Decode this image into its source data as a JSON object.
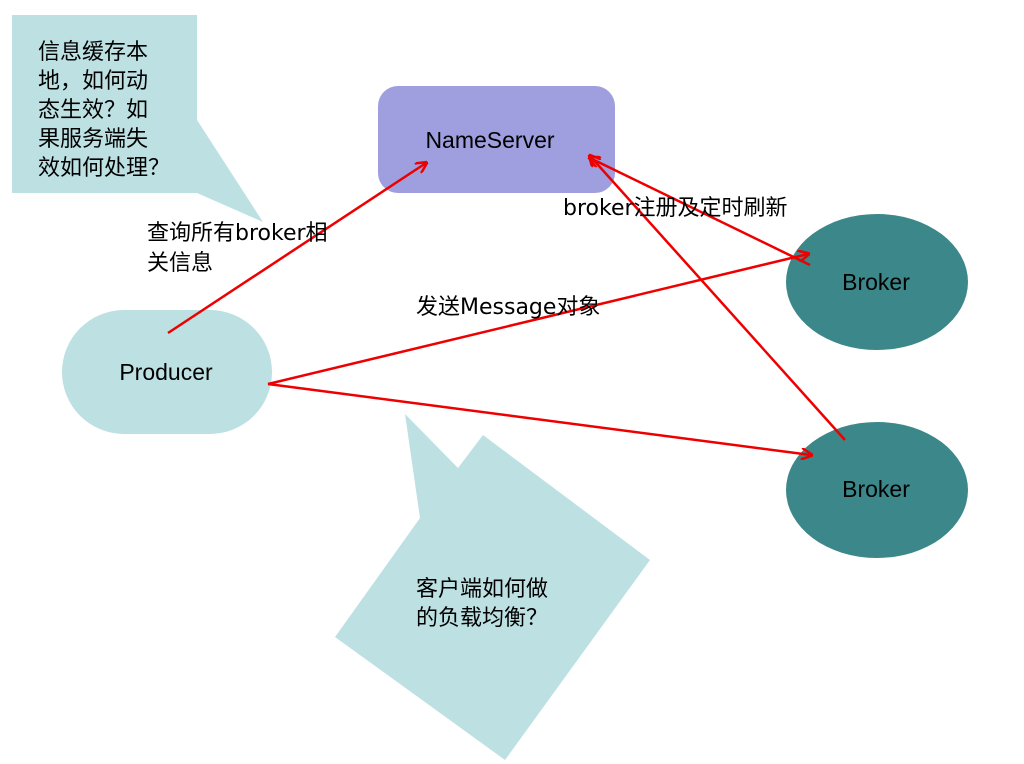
{
  "colors": {
    "nameserver_fill": "#9F9FDF",
    "producer_fill": "#BDE0E3",
    "broker_fill": "#3B878A",
    "callout_fill": "#BDE0E3",
    "arrow": "#EE0000"
  },
  "nodes": {
    "nameserver": "NameServer",
    "producer": "Producer",
    "broker_top": "Broker",
    "broker_bottom": "Broker"
  },
  "labels": {
    "query": "查询所有broker相\n关信息",
    "register": "broker注册及定时刷新",
    "send": "发送Message对象"
  },
  "callouts": {
    "cache": "信息缓存本\n地，如何动\n态生效？如\n果服务端失\n效如何处理？",
    "load_balance": "客户端如何做\n的负载均衡？"
  }
}
